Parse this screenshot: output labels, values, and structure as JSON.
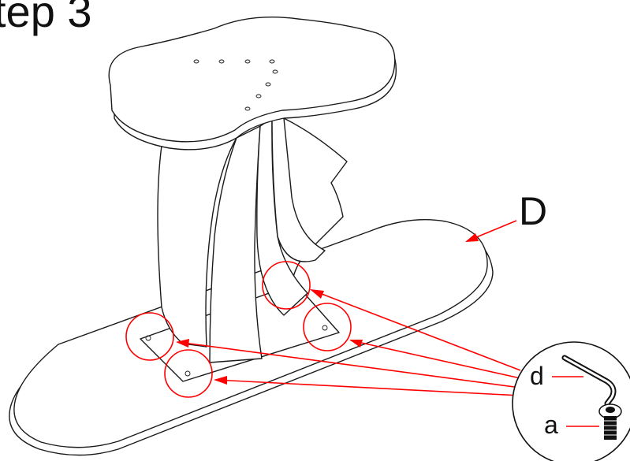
{
  "step": {
    "title": "tep 3"
  },
  "labels": {
    "part_board": "D",
    "tool_hex_key": "d",
    "bolt": "a"
  },
  "colors": {
    "callout": "#ff0000",
    "linework": "#1a1a1a",
    "background": "#ffffff"
  }
}
